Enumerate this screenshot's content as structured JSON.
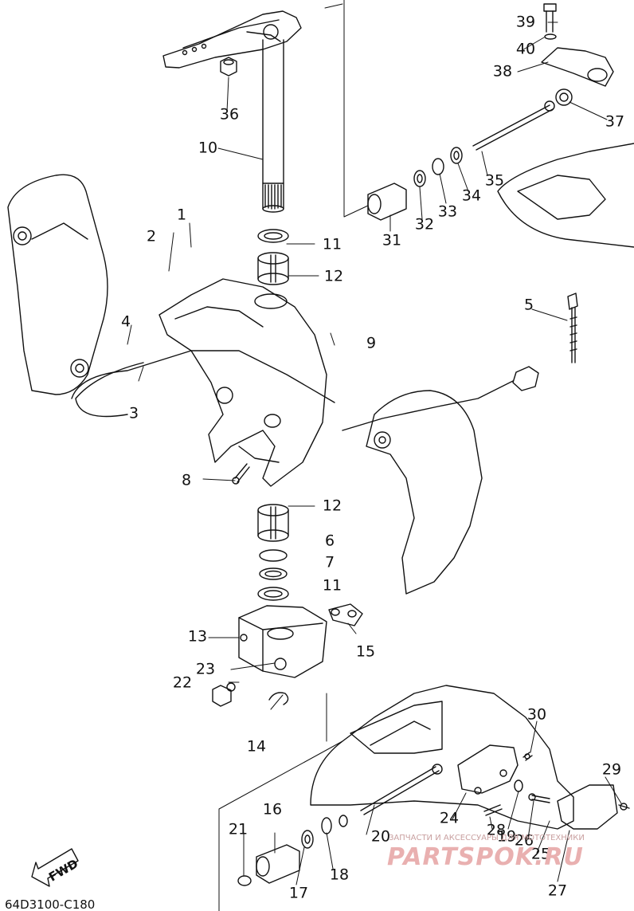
{
  "diagram_code": "64D3100-C180",
  "fwd_label": "FWD",
  "watermark": {
    "small": "ЗАПЧАСТИ И АКСЕССУАРЫ ДЛЯ МОТОТЕХНИКИ",
    "large": "PARTSPOK.RU"
  },
  "callouts": {
    "c1": "1",
    "c2": "2",
    "c3": "3",
    "c4": "4",
    "c5": "5",
    "c6": "6",
    "c7": "7",
    "c8": "8",
    "c9": "9",
    "c10": "10",
    "c11a": "11",
    "c11b": "11",
    "c12a": "12",
    "c12b": "12",
    "c13": "13",
    "c14": "14",
    "c15": "15",
    "c16": "16",
    "c17": "17",
    "c18": "18",
    "c19": "19",
    "c20": "20",
    "c21": "21",
    "c22": "22",
    "c23": "23",
    "c24": "24",
    "c25": "25",
    "c26": "26",
    "c27": "27",
    "c28": "28",
    "c29": "29",
    "c30": "30",
    "c31": "31",
    "c32": "32",
    "c33": "33",
    "c34": "34",
    "c35": "35",
    "c36": "36",
    "c37": "37",
    "c38": "38",
    "c39": "39",
    "c40": "40"
  }
}
